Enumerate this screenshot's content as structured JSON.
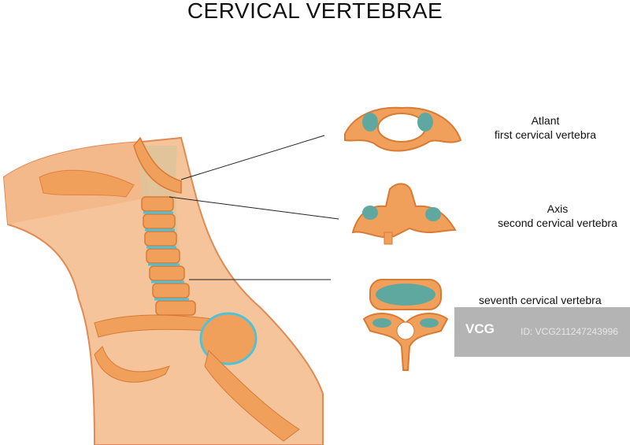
{
  "title": "CERVICAL VERTEBRAE",
  "labels": {
    "atlant_name": "Atlant",
    "atlant_desc": "first cervical vertebra",
    "axis_name": "Axis",
    "axis_desc": "second cervical vertebra",
    "seventh_desc": "seventh cervical vertebra"
  },
  "watermark": {
    "logo": "VCG",
    "id": "ID: VCG211247243996"
  },
  "colors": {
    "bone": "#f0a05a",
    "skin": "#f5c49a",
    "cartilage": "#5fa8a0",
    "disc": "#4ec3d8"
  }
}
